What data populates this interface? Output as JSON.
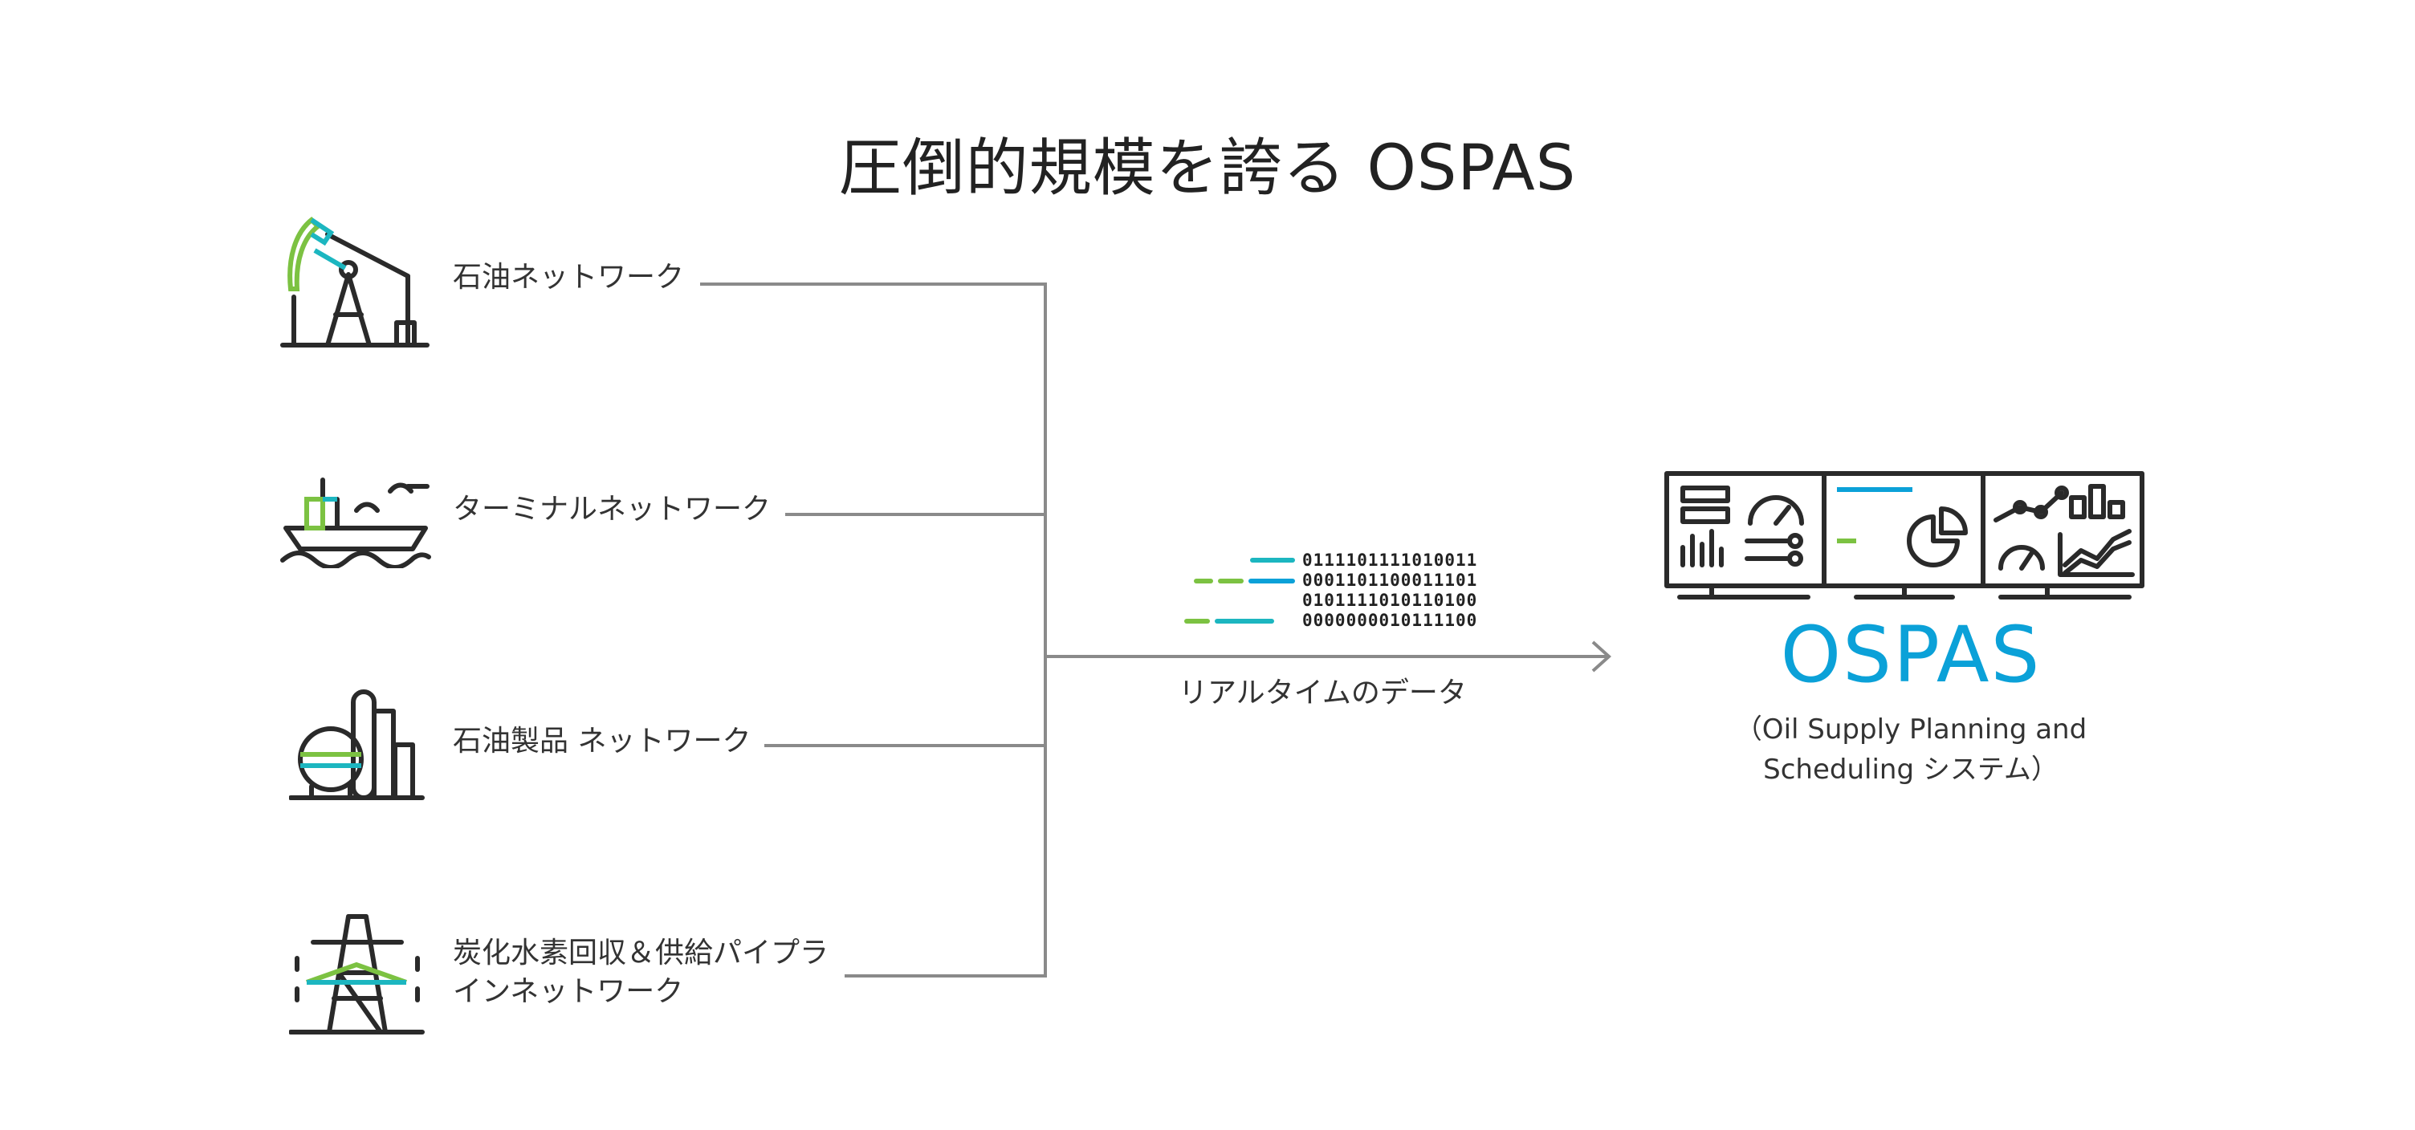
{
  "title": "圧倒的規模を誇る OSPAS",
  "sources": [
    {
      "label": "石油ネットワーク",
      "icon": "oil-pump-jack-icon"
    },
    {
      "label": "ターミナルネットワーク",
      "icon": "tanker-ship-icon"
    },
    {
      "label": "石油製品 ネットワーク",
      "icon": "refinery-icon"
    },
    {
      "label_lines": [
        "炭化水素回収＆供給パイプラ",
        "インネットワーク"
      ],
      "icon": "transmission-tower-icon"
    }
  ],
  "data_flow": {
    "label": "リアルタイムのデータ",
    "binary_rows": [
      "0111101111010011",
      "0001101100011101",
      "0101111010110100",
      "0000000010111100"
    ],
    "icon": "data-stream-icon"
  },
  "system": {
    "name": "OSPAS",
    "description_lines": [
      "（Oil Supply Planning and",
      "Scheduling システム）"
    ],
    "icon": "dashboard-monitors-icon"
  },
  "colors": {
    "accent_blue": "#0ba1d8",
    "accent_green": "#7cc242",
    "accent_teal": "#1cb6c0",
    "line_gray": "#8a8a8a",
    "icon_dark": "#2a2a2a"
  }
}
